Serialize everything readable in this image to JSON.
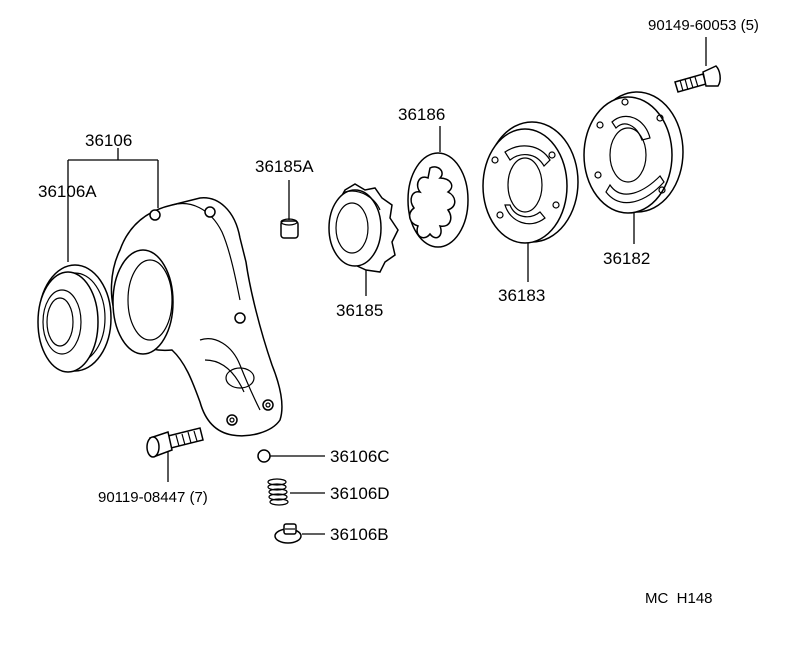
{
  "diagram": {
    "parts": {
      "p36106": "36106",
      "p36106A": "36106A",
      "p36185A": "36185A",
      "p36185": "36185",
      "p36186": "36186",
      "p36183": "36183",
      "p36182": "36182",
      "p90149": "90149-60053 (5)",
      "p90119": "90119-08447 (7)",
      "p36106C": "36106C",
      "p36106D": "36106D",
      "p36106B": "36106B"
    },
    "footer": {
      "code": "MC  H148"
    }
  }
}
